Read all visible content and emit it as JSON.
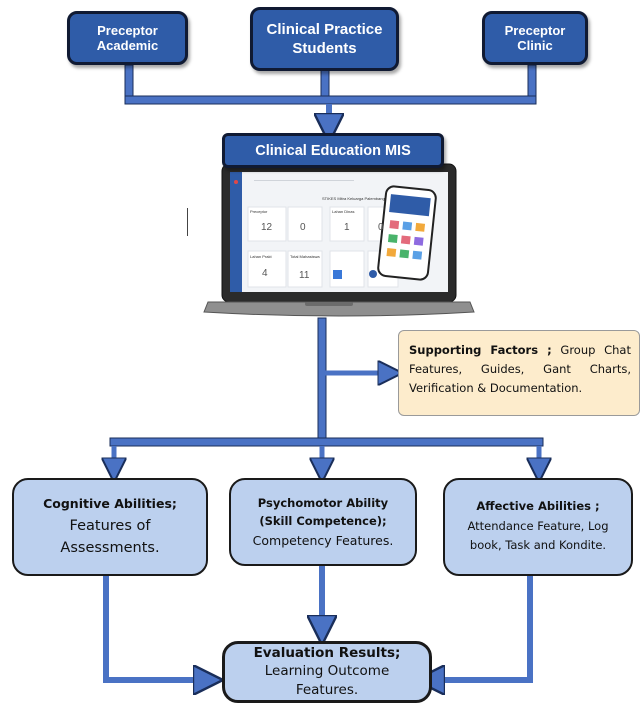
{
  "top_boxes": {
    "preceptor_academic": "Preceptor\nAcademic",
    "clinical_practice_students": "Clinical Practice\nStudents",
    "preceptor_clinic": "Preceptor\nClinic"
  },
  "mis": {
    "title": "Clinical Education MIS",
    "screen": {
      "header_text": "STIKES Mitra Keluarga Palembang",
      "cards": [
        {
          "label": "Preceptor",
          "value": "12"
        },
        {
          "label": "",
          "value": "0"
        },
        {
          "label": "Lahan Dinas",
          "value": "1"
        },
        {
          "label": "",
          "value": "0"
        },
        {
          "label": "Lahan Prakt",
          "value": "4"
        },
        {
          "label": "Total Mahasiswa",
          "value": "11"
        }
      ]
    }
  },
  "supporting": {
    "title": "Supporting Factors ;",
    "text": " Group Chat Features, Guides, Gant Charts, Verification & Documentation."
  },
  "abilities": {
    "cognitive": {
      "title": "Cognitive Abilities;",
      "body": "Features of Assessments."
    },
    "psychomotor": {
      "title": "Psychomotor Ability (Skill Competence);",
      "body": "Competency Features."
    },
    "affective": {
      "title": "Affective Abilities ;",
      "body": "Attendance Feature, Log book, Task and Kondite."
    }
  },
  "evaluation": {
    "title": "Evaluation Results;",
    "body": "Learning Outcome Features."
  },
  "colors": {
    "box_blue": "#2f5ca8",
    "box_light": "#bcd0ee",
    "arrow": "#4a72c4",
    "support_bg": "#fdeccc"
  }
}
